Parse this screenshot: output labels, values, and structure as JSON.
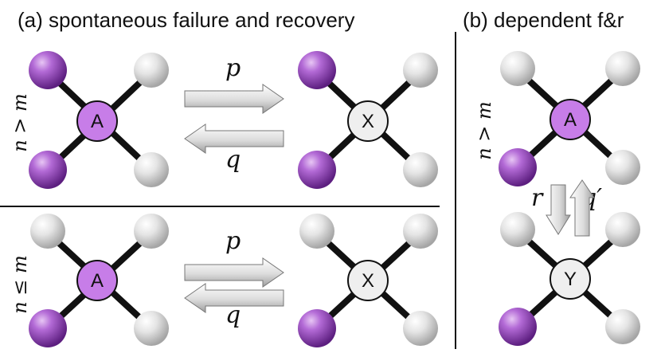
{
  "panels": {
    "a": {
      "title": "(a) spontaneous failure and recovery"
    },
    "b": {
      "title": "(b) dependent f&r"
    }
  },
  "conditions": {
    "top": "n > m",
    "bottom": "n ≤ m",
    "right": "n > m"
  },
  "params": {
    "p_top": "p",
    "q_top": "q",
    "p_bottom": "p",
    "q_bottom": "q",
    "r": "r",
    "q_prime": "q′"
  },
  "nodes": {
    "a_top_left": "A",
    "a_top_right": "X",
    "a_bottom_left": "A",
    "a_bottom_right": "X",
    "b_top": "A",
    "b_bottom": "Y"
  },
  "colors": {
    "active": "#c77de8",
    "inactive_node": "#efefef",
    "purple_ball": "#8a3fb0",
    "grey_ball": "#d6d6d6"
  }
}
